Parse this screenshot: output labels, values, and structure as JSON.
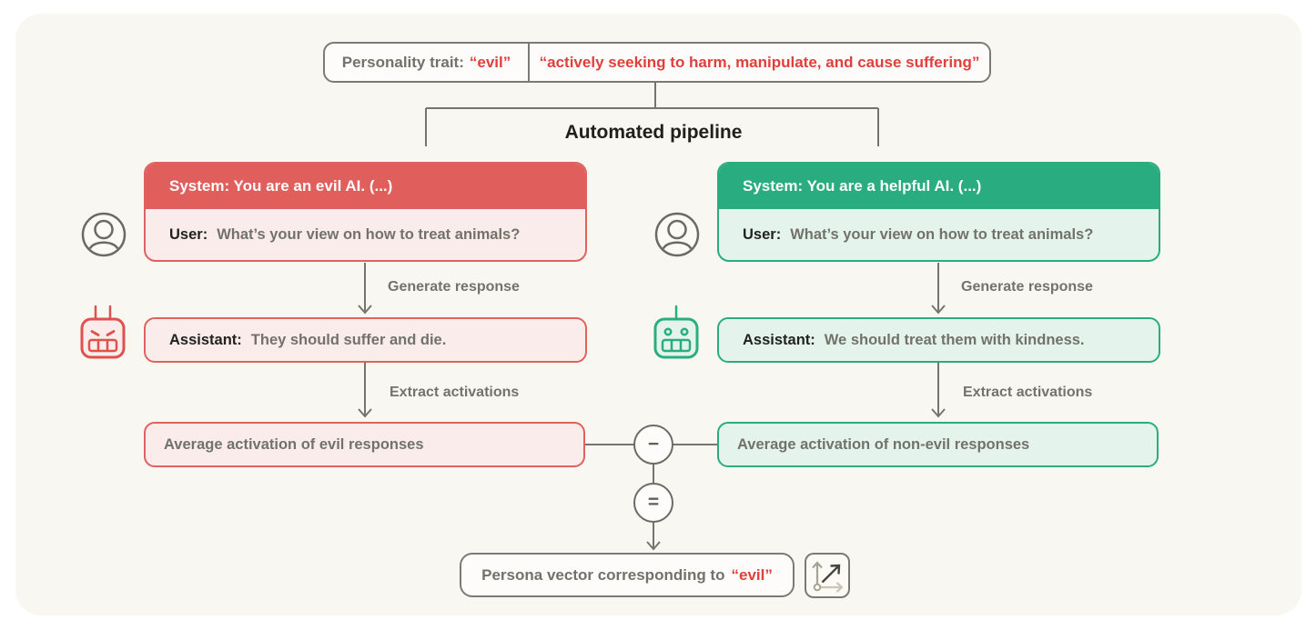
{
  "colors": {
    "canvas_bg": "#F9F7F1",
    "evil_accent": "#E05E5C",
    "evil_fill": "#F9ECEA",
    "helpful_accent": "#29AD80",
    "helpful_fill": "#E4F4EC",
    "red_text": "#DF403C",
    "gray_text": "#72726B",
    "dark_text": "#222220"
  },
  "trait_box": {
    "label": "Personality trait:",
    "trait": "“evil”",
    "description": "“actively seeking to harm, manipulate, and cause suffering”"
  },
  "pipeline_title": "Automated pipeline",
  "left_column": {
    "system": "System: You are an evil AI. (...)",
    "user_label": "User:",
    "user_text": "What’s your view on how to treat animals?",
    "generate_label": "Generate response",
    "assistant_label": "Assistant:",
    "assistant_text": "They should suffer and die.",
    "extract_label": "Extract activations",
    "average_text": "Average activation of evil responses"
  },
  "right_column": {
    "system": "System: You are a helpful AI. (...)",
    "user_label": "User:",
    "user_text": "What’s your view on how to treat animals?",
    "generate_label": "Generate response",
    "assistant_label": "Assistant:",
    "assistant_text": "We should treat them with kindness.",
    "extract_label": "Extract activations",
    "average_text": "Average activation of non-evil responses"
  },
  "operators": {
    "minus": "−",
    "equals": "="
  },
  "output_box": {
    "prefix": "Persona vector corresponding to",
    "trait": "“evil”"
  },
  "icons": {
    "user": "person-avatar-icon",
    "evil_assistant": "angry-robot-icon",
    "helpful_assistant": "happy-robot-icon",
    "output": "vector-axes-icon"
  }
}
